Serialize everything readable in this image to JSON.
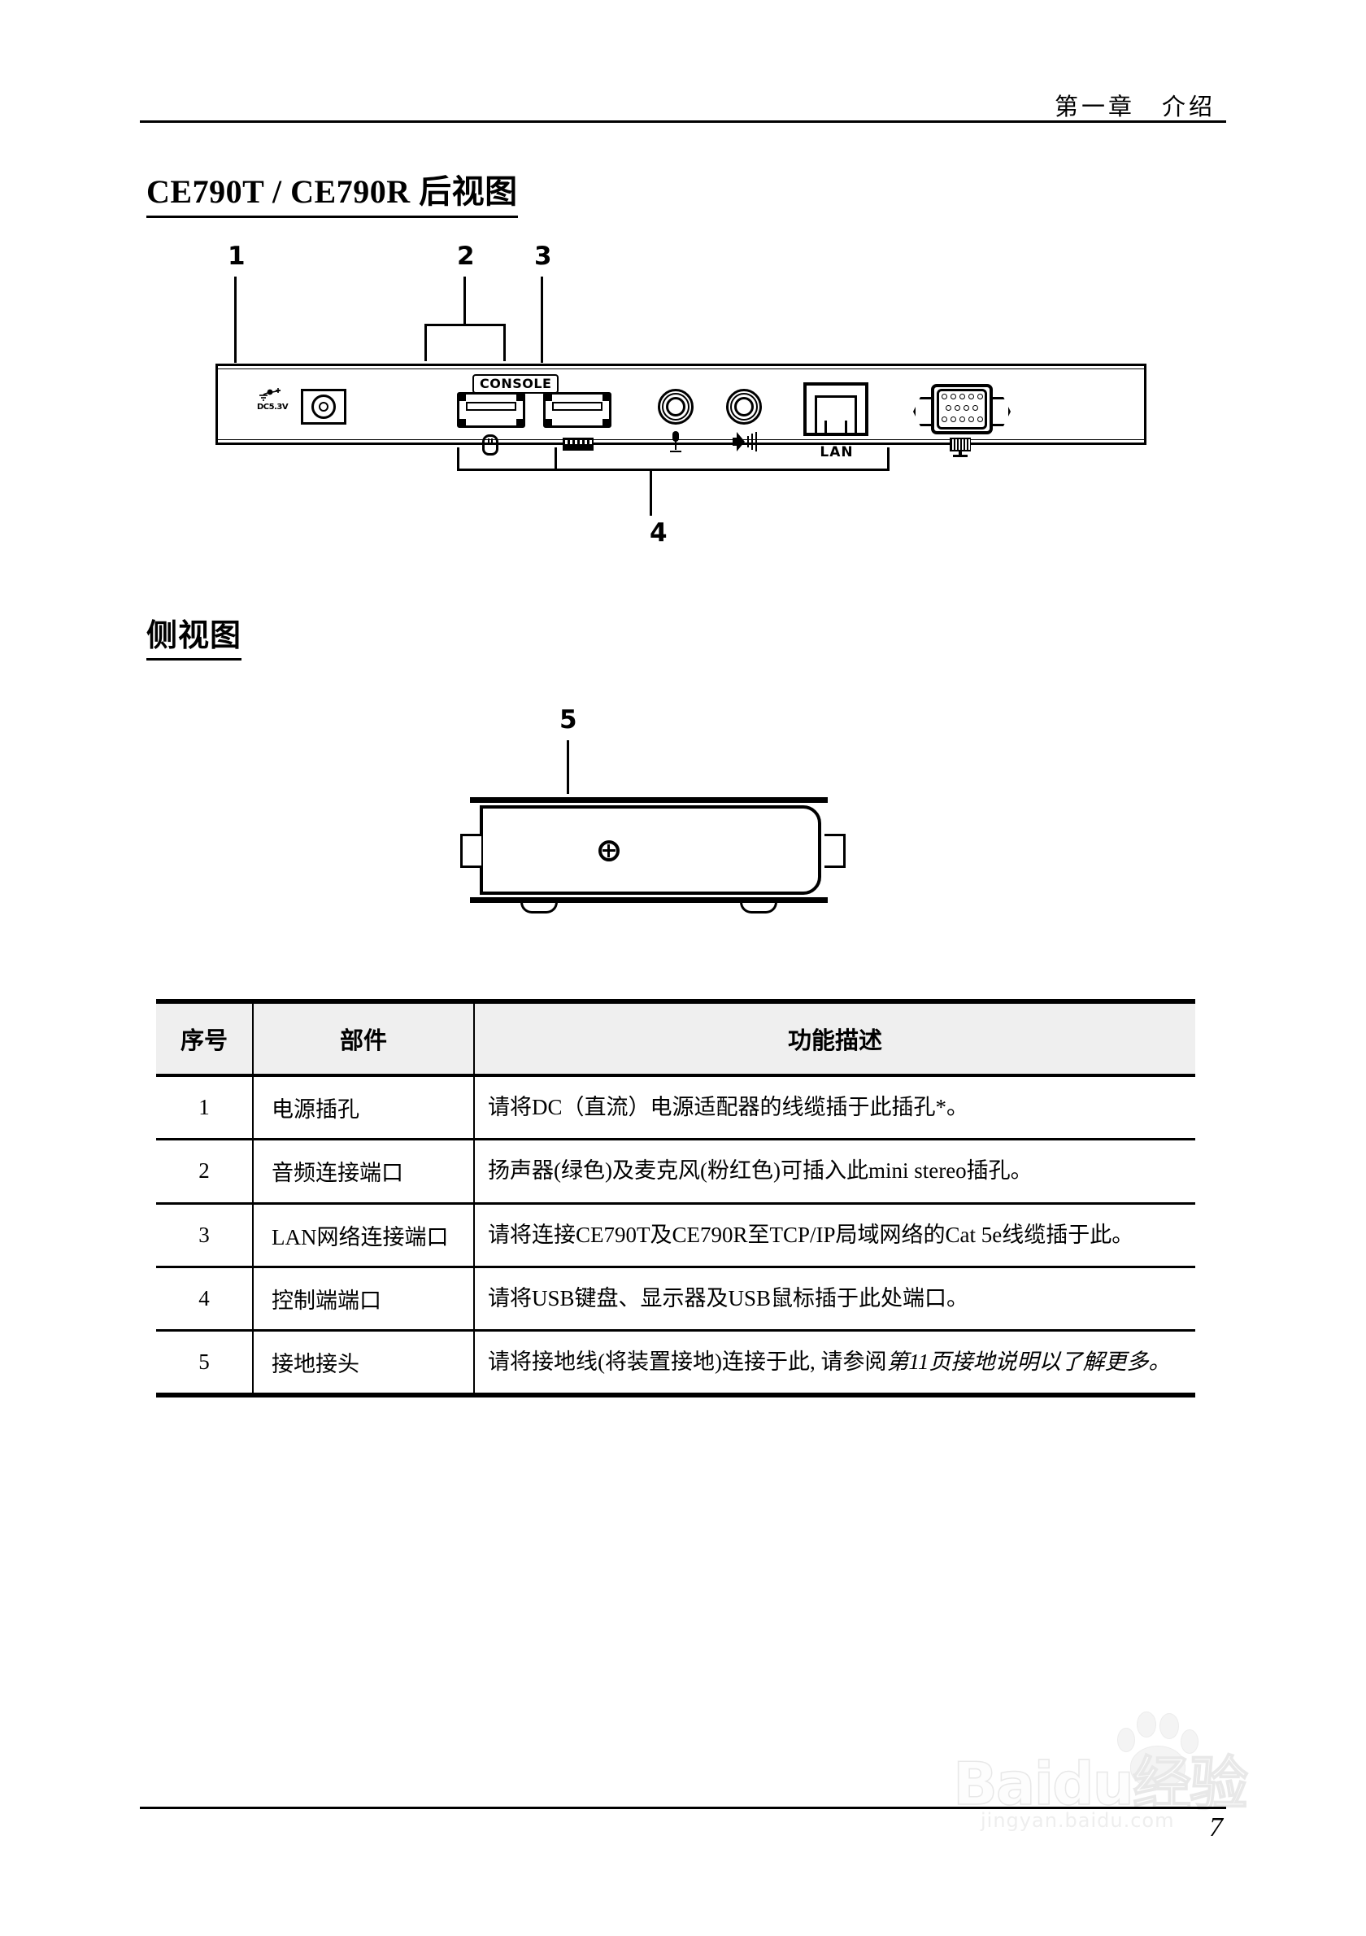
{
  "header": {
    "running_head": "第一章　介绍"
  },
  "sections": {
    "rear_view_title": "CE790T / CE790R  后视图",
    "side_view_title": "侧视图"
  },
  "rear_view_figure": {
    "callouts": [
      "1",
      "2",
      "3",
      "4"
    ],
    "panel_labels": {
      "power_label": "DC5.3V",
      "console_label": "CONSOLE",
      "lan_label": "LAN"
    },
    "port_icons": [
      "power-jack-icon",
      "usb-mouse-icon",
      "usb-keyboard-icon",
      "microphone-jack-icon",
      "speaker-jack-icon",
      "rj45-lan-icon",
      "vga-monitor-icon"
    ]
  },
  "side_view_figure": {
    "callout": "5",
    "icons": [
      "grounding-screw-icon"
    ]
  },
  "table": {
    "headers": [
      "序号",
      "部件",
      "功能描述"
    ],
    "rows": [
      {
        "num": "1",
        "part": "电源插孔",
        "desc": "请将DC（直流）电源适配器的线缆插于此插孔*。",
        "desc_italic": ""
      },
      {
        "num": "2",
        "part": "音频连接端口",
        "desc": "扬声器(绿色)及麦克风(粉红色)可插入此mini stereo插孔。",
        "desc_italic": ""
      },
      {
        "num": "3",
        "part": "LAN网络连接端口",
        "desc": "请将连接CE790T及CE790R至TCP/IP局域网络的Cat 5e线缆插于此。",
        "desc_italic": ""
      },
      {
        "num": "4",
        "part": "控制端端口",
        "desc": "请将USB键盘、显示器及USB鼠标插于此处端口。",
        "desc_italic": ""
      },
      {
        "num": "5",
        "part": "接地接头",
        "desc": "请将接地线(将装置接地)连接于此, 请参阅",
        "desc_italic": "第11页接地说明以了解更多。"
      }
    ]
  },
  "watermark": {
    "brand": "Baidu经验",
    "url": "jingyan.baidu.com"
  },
  "footer": {
    "page_number": "7"
  }
}
